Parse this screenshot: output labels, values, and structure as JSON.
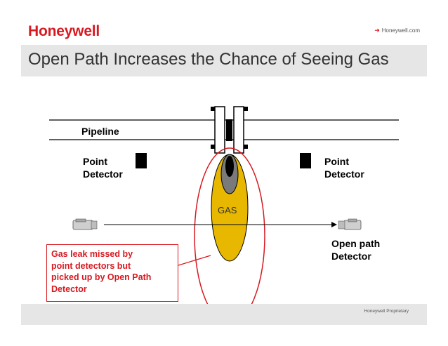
{
  "header": {
    "logo": "Honeywell",
    "site_link": "Honeywell.com"
  },
  "slide": {
    "title": "Open Path Increases the Chance of Seeing Gas"
  },
  "diagram": {
    "pipeline_label": "Pipeline",
    "left_detector_line1": "Point",
    "left_detector_line2": "Detector",
    "right_detector_line1": "Point",
    "right_detector_line2": "Detector",
    "gas_label": "GAS",
    "open_path_line1": "Open path",
    "open_path_line2": "Detector",
    "callout_lines": [
      "Gas leak missed by",
      "point detectors but",
      "picked up by Open Path",
      "Detector"
    ],
    "colors": {
      "gas_plume": "#e8b800",
      "inner_plume": "#7a7a7a",
      "leak_core": "#000000",
      "detection_ellipse": "#d71920",
      "callout": "#d71920"
    }
  },
  "footer": {
    "proprietary": "Honeywell Proprietary"
  }
}
